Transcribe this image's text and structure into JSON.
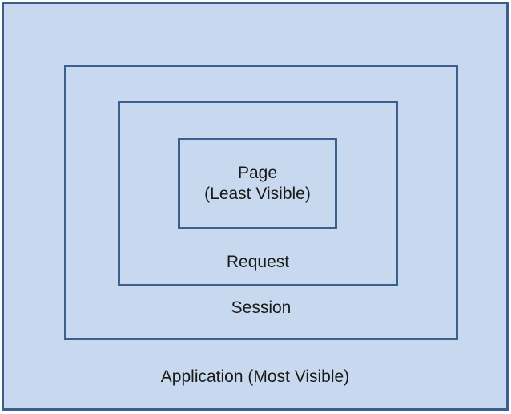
{
  "diagram": {
    "description": "Nested scope visibility diagram",
    "colors": {
      "fill": "#c8d8ee",
      "border": "#3b608d",
      "text": "#1a1a1a",
      "page_background": "#ffffff"
    },
    "boxes": [
      {
        "id": "application",
        "label": "Application (Most Visible)"
      },
      {
        "id": "session",
        "label": "Session"
      },
      {
        "id": "request",
        "label": "Request"
      },
      {
        "id": "page",
        "label": "Page",
        "sublabel": "(Least Visible)"
      }
    ]
  }
}
